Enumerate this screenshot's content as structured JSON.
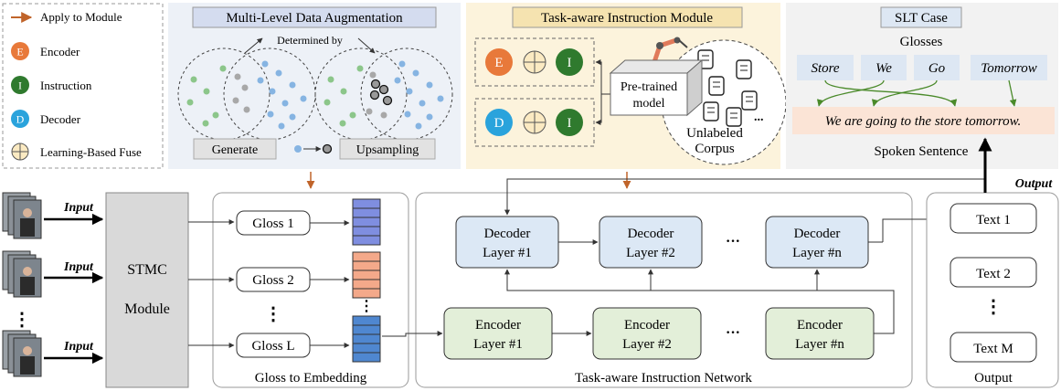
{
  "legend": {
    "apply_to_module": "Apply to Module",
    "encoder_letter": "E",
    "encoder": "Encoder",
    "instruction_letter": "I",
    "instruction": "Instruction",
    "decoder_letter": "D",
    "decoder": "Decoder",
    "fuse": "Learning-Based Fuse"
  },
  "augmentation": {
    "title": "Multi-Level Data Augmentation",
    "determined_by": "Determined by",
    "generate": "Generate",
    "upsampling": "Upsampling"
  },
  "instruction_module": {
    "title": "Task-aware Instruction Module",
    "e": "E",
    "d": "D",
    "i": "I",
    "pretrained_line1": "Pre-trained",
    "pretrained_line2": "model",
    "corpus_line1": "Unlabeled",
    "corpus_line2": "Corpus",
    "dots": "..."
  },
  "slt": {
    "title": "SLT Case",
    "glosses_label": "Glosses",
    "glosses": [
      "Store",
      "We",
      "Go",
      "Tomorrow"
    ],
    "sentence": "We are going to the store tomorrow.",
    "spoken_label": "Spoken Sentence"
  },
  "input_label": "Input",
  "input_dots": "⋮",
  "stmc": {
    "line1": "STMC",
    "line2": "Module"
  },
  "gloss_embedding": {
    "title": "Gloss to Embedding",
    "gloss1": "Gloss 1",
    "gloss2": "Gloss 2",
    "glossL": "Gloss L",
    "dots": "⋮",
    "colors": [
      "#7f8ee0",
      "#f4a98a",
      "#4f87d0"
    ]
  },
  "network": {
    "title": "Task-aware Instruction Network",
    "decoder_line1": "Decoder",
    "encoder_line1": "Encoder",
    "layer1": "Layer #1",
    "layer2": "Layer #2",
    "layern": "Layer #n",
    "dots": "···"
  },
  "output": {
    "title": "Output",
    "label": "Output",
    "text1": "Text 1",
    "text2": "Text 2",
    "textM": "Text M",
    "dots": "⋮"
  },
  "colors": {
    "arrow_orange": "#c0642a",
    "encoder_orange": "#e8793a",
    "instruction_green": "#2f7a2e",
    "decoder_blue": "#2aa3dc",
    "decoder_fill": "#dce8f5",
    "encoder_fill": "#e3efd9",
    "aug_panel": "#edf1f7",
    "inst_panel": "#fcf3dc",
    "slt_panel": "#f2f2f2",
    "sentence_fill": "#fbe4d6"
  }
}
